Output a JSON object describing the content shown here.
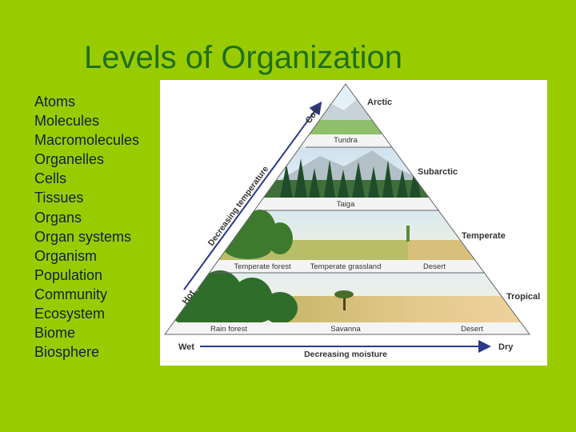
{
  "title": "Levels of Organization",
  "levels": [
    "Atoms",
    "Molecules",
    "Macromolecules",
    "Organelles",
    "Cells",
    "Tissues",
    "Organs",
    "Organ systems",
    "Organism",
    "Population",
    "Community",
    "Ecosystem",
    "Biome",
    "Biosphere"
  ],
  "figure": {
    "zones": {
      "arctic": "Arctic",
      "subarctic": "Subarctic",
      "temperate": "Temperate",
      "tropical": "Tropical"
    },
    "biomes": {
      "tundra": "Tundra",
      "taiga": "Taiga",
      "temperate_forest": "Temperate forest",
      "temperate_grassland": "Temperate grassland",
      "desert_temperate": "Desert",
      "rain_forest": "Rain forest",
      "savanna": "Savanna",
      "desert_tropical": "Desert"
    },
    "axes": {
      "cold": "Cold",
      "hot": "Hot",
      "decreasing_temperature": "Decreasing temperature",
      "wet": "Wet",
      "dry": "Dry",
      "decreasing_moisture": "Decreasing moisture"
    }
  },
  "colors": {
    "background": "#99cc00",
    "title": "#1f6f1f",
    "list_text": "#0b2440",
    "arrow": "#2b3a8a"
  }
}
